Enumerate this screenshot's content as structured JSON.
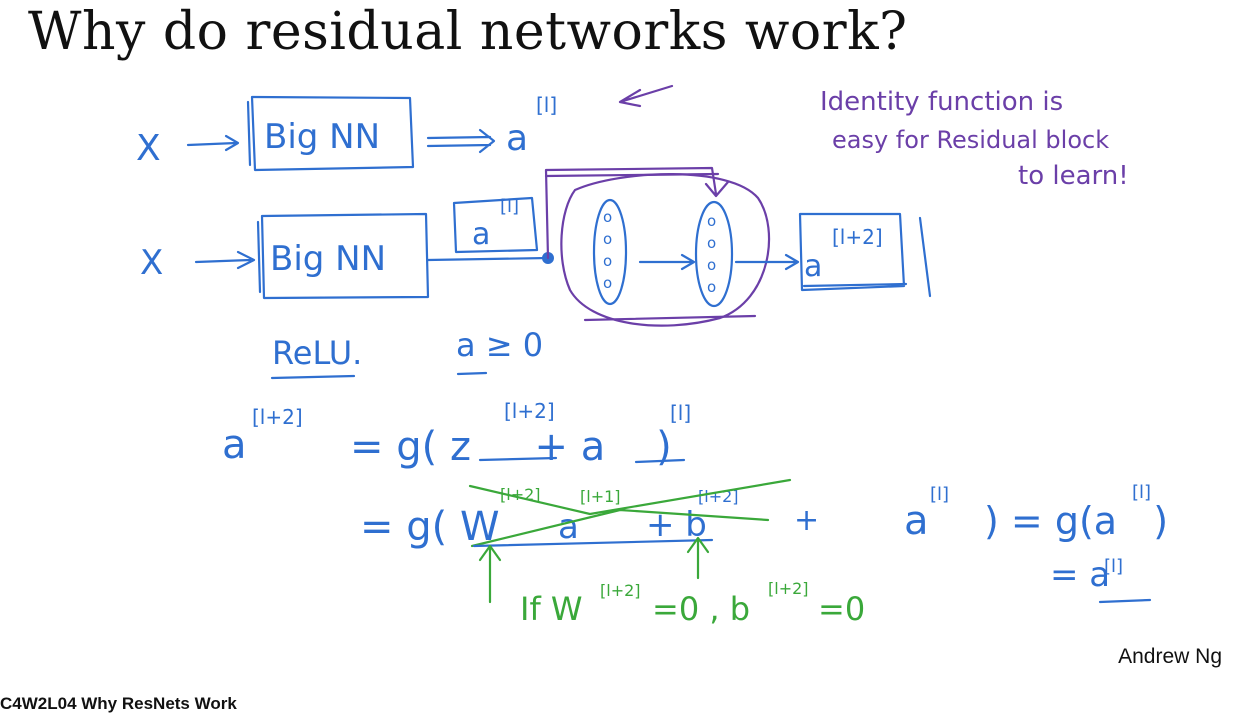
{
  "slide": {
    "title": "Why do residual networks work?",
    "author": "Andrew Ng",
    "video_label": "C4W2L04 Why ResNets Work"
  },
  "colors": {
    "ink_blue": "#2f6fd0",
    "ink_purple": "#6b3fa8",
    "ink_green": "#3aa83a",
    "text": "#111111"
  },
  "annotations": {
    "row1": {
      "input": "X",
      "box": "Big NN",
      "output": "a",
      "output_sup": "[l]"
    },
    "row2": {
      "input": "X",
      "box": "Big NN",
      "skip_input": "a",
      "skip_input_sup": "[l]",
      "neurons": "o o o o",
      "output": "a",
      "output_sup": "[l+2]"
    },
    "note_line1": "Identity function is",
    "note_line2": "easy  for Residual block",
    "note_line3": "to learn!",
    "relu": "ReLU.",
    "relu_cond": "a ≥ 0",
    "eq1": {
      "lhs": "a",
      "lhs_sup": "[l+2]",
      "rhs": "= g( z     + a    )",
      "z_sup": "[l+2]",
      "a_sup": "[l]"
    },
    "eq2": {
      "start": "= g( W",
      "w_sup": "[l+2]",
      "a_mid": "a",
      "a_mid_sup": "[l+1]",
      "b_part": "+ b",
      "b_sup": "[l+2]",
      "plus": "+",
      "a_end": "a",
      "a_end_sup": "[l]",
      "result": ") = g(a   )",
      "result_sup": "[l]",
      "final": "= a",
      "final_sup": "[l]"
    },
    "condition": {
      "text1": "If W",
      "sup1": "[l+2]",
      "eq1": "=0 , b",
      "sup2": "[l+2]",
      "eq2": "=0"
    }
  }
}
